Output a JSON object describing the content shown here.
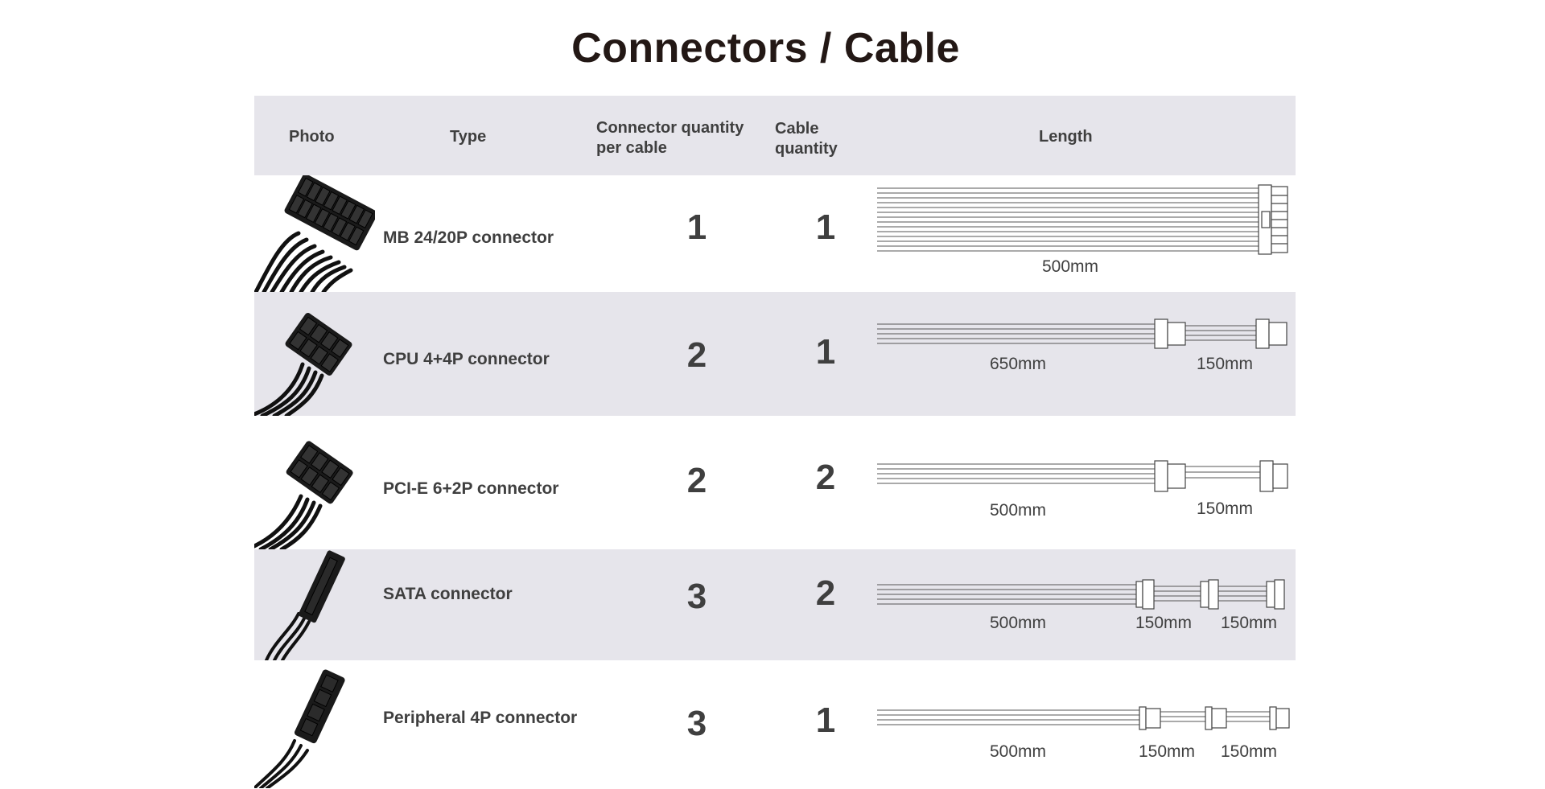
{
  "title": "Connectors / Cable",
  "headers": {
    "photo": "Photo",
    "type": "Type",
    "connector_quantity": "Connector quantity per cable",
    "cable_quantity": "Cable quantity",
    "length": "Length"
  },
  "rows": [
    {
      "type": "MB 24/20P connector",
      "connector_qty": "1",
      "cable_qty": "1",
      "lengths": [
        "500mm"
      ]
    },
    {
      "type": "CPU 4+4P connector",
      "connector_qty": "2",
      "cable_qty": "1",
      "lengths": [
        "650mm",
        "150mm"
      ]
    },
    {
      "type": "PCI-E 6+2P connector",
      "connector_qty": "2",
      "cable_qty": "2",
      "lengths": [
        "500mm",
        "150mm"
      ]
    },
    {
      "type": "SATA connector",
      "connector_qty": "3",
      "cable_qty": "2",
      "lengths": [
        "500mm",
        "150mm",
        "150mm"
      ]
    },
    {
      "type": "Peripheral 4P connector",
      "connector_qty": "3",
      "cable_qty": "1",
      "lengths": [
        "500mm",
        "150mm",
        "150mm"
      ]
    }
  ],
  "photo_icons": [
    "mb-24pin-connector-icon",
    "cpu-8pin-connector-icon",
    "pcie-8pin-connector-icon",
    "sata-connector-icon",
    "molex-connector-icon"
  ]
}
